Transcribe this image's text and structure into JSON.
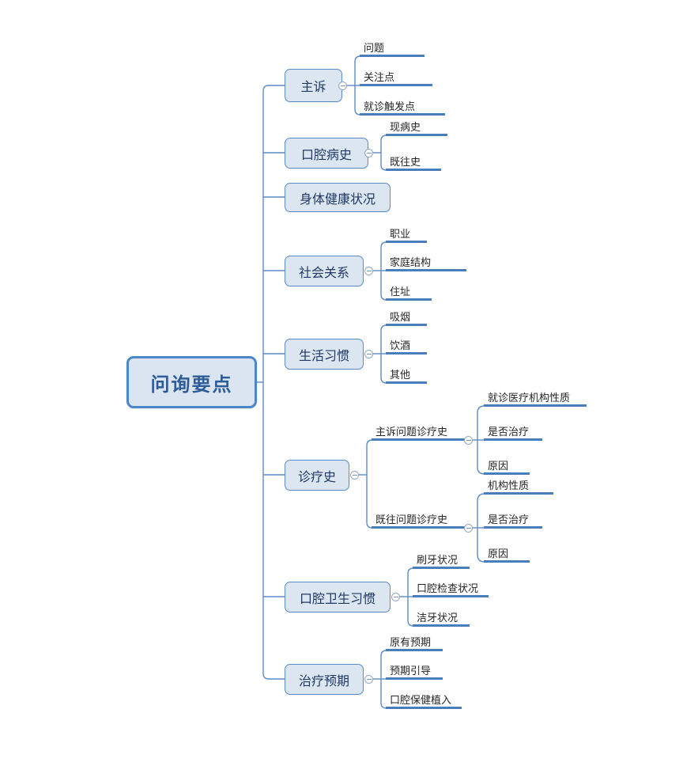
{
  "diagram": {
    "type": "mind-map",
    "title": "问询要点",
    "colors": {
      "root_fill": "#dbe5f1",
      "root_border": "#4a86c8",
      "root_text": "#2e5c9a",
      "node_fill": "#dce6f1",
      "node_border": "#5b8cc8",
      "node_text": "#1f3864",
      "edge": "#5b8cc8",
      "leaf_bar": "#4a7ebb",
      "leaf_text": "#262626",
      "background": "#ffffff"
    },
    "root": {
      "label": "问询要点"
    },
    "branches": [
      {
        "label": "主诉",
        "children": [
          {
            "label": "问题"
          },
          {
            "label": "关注点"
          },
          {
            "label": "就诊触发点"
          }
        ]
      },
      {
        "label": "口腔病史",
        "children": [
          {
            "label": "现病史"
          },
          {
            "label": "既往史"
          }
        ]
      },
      {
        "label": "身体健康状况",
        "children": []
      },
      {
        "label": "社会关系",
        "children": [
          {
            "label": "职业"
          },
          {
            "label": "家庭结构"
          },
          {
            "label": "住址"
          }
        ]
      },
      {
        "label": "生活习惯",
        "children": [
          {
            "label": "吸烟"
          },
          {
            "label": "饮酒"
          },
          {
            "label": "其他"
          }
        ]
      },
      {
        "label": "诊疗史",
        "children": [
          {
            "label": "主诉问题诊疗史",
            "children": [
              {
                "label": "就诊医疗机构性质"
              },
              {
                "label": "是否治疗"
              },
              {
                "label": "原因"
              }
            ]
          },
          {
            "label": "既往问题诊疗史",
            "children": [
              {
                "label": "机构性质"
              },
              {
                "label": "是否治疗"
              },
              {
                "label": "原因"
              }
            ]
          }
        ]
      },
      {
        "label": "口腔卫生习惯",
        "children": [
          {
            "label": "刷牙状况"
          },
          {
            "label": "口腔检查状况"
          },
          {
            "label": "洁牙状况"
          }
        ]
      },
      {
        "label": "治疗预期",
        "children": [
          {
            "label": "原有预期"
          },
          {
            "label": "预期引导"
          },
          {
            "label": "口腔保健植入"
          }
        ]
      }
    ]
  }
}
